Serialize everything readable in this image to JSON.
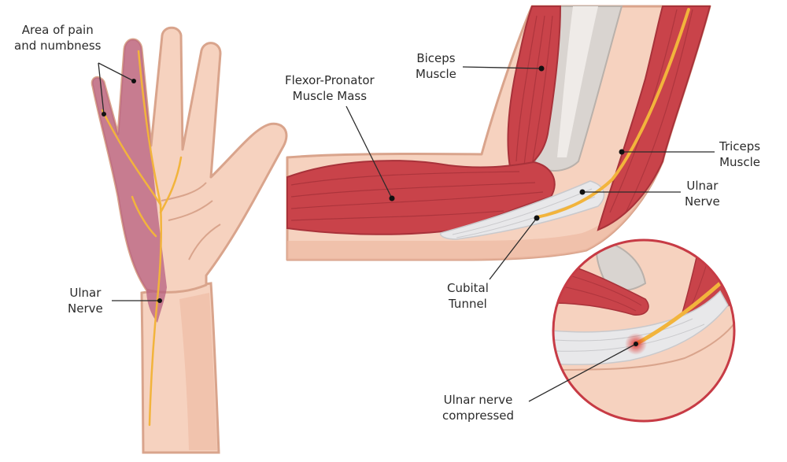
{
  "labels": {
    "pain": [
      "Area of pain",
      "and numbness"
    ],
    "ulnar_hand": [
      "Ulnar",
      "Nerve"
    ],
    "flexor": [
      "Flexor-Pronator",
      "Muscle Mass"
    ],
    "biceps": [
      "Biceps",
      "Muscle"
    ],
    "triceps": [
      "Triceps",
      "Muscle"
    ],
    "ulnar_elbow": [
      "Ulnar",
      "Nerve"
    ],
    "cubital": [
      "Cubital",
      "Tunnel"
    ],
    "compressed": [
      "Ulnar nerve",
      "compressed"
    ]
  },
  "colors": {
    "skin": "#f6d2bf",
    "skin_outline": "#d9a48c",
    "skin_shadow": "#eeb9a2",
    "affected": "#b45a7e",
    "nerve": "#f2b43c",
    "muscle": "#c9434a",
    "muscle_dark": "#a8323a",
    "tendon": "#e8e8ea",
    "bone": "#d9d4d0",
    "compression": "#e0302a",
    "inset_border": "#c73b45"
  }
}
